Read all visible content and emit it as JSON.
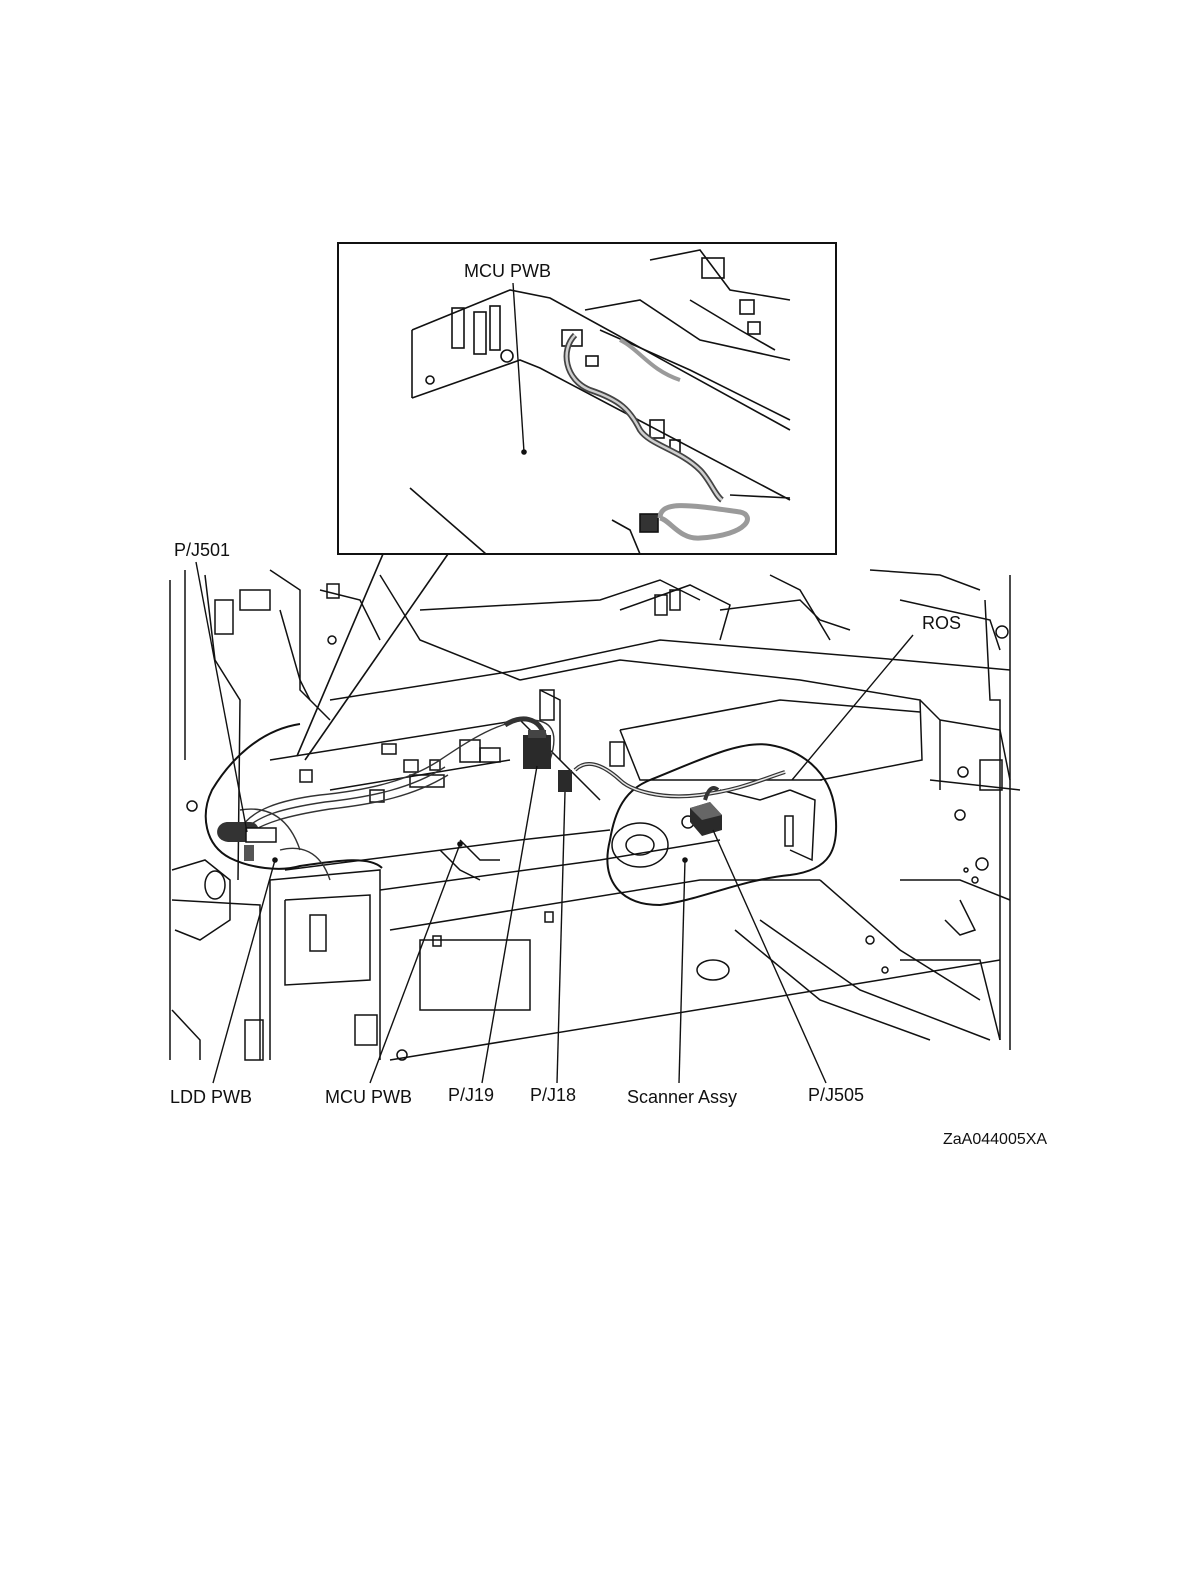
{
  "labels": {
    "inset_mcu_pwb": "MCU PWB",
    "pj501": "P/J501",
    "ros": "ROS",
    "ldd_pwb": "LDD PWB",
    "mcu_pwb": "MCU PWB",
    "pj19": "P/J19",
    "pj18": "P/J18",
    "scanner_assy": "Scanner Assy",
    "pj505": "P/J505"
  },
  "figure_code": "ZaA044005XA",
  "colors": {
    "line": "#111111",
    "cable_gray": "#9a9a9a",
    "connector": "#222222",
    "background": "#ffffff"
  }
}
